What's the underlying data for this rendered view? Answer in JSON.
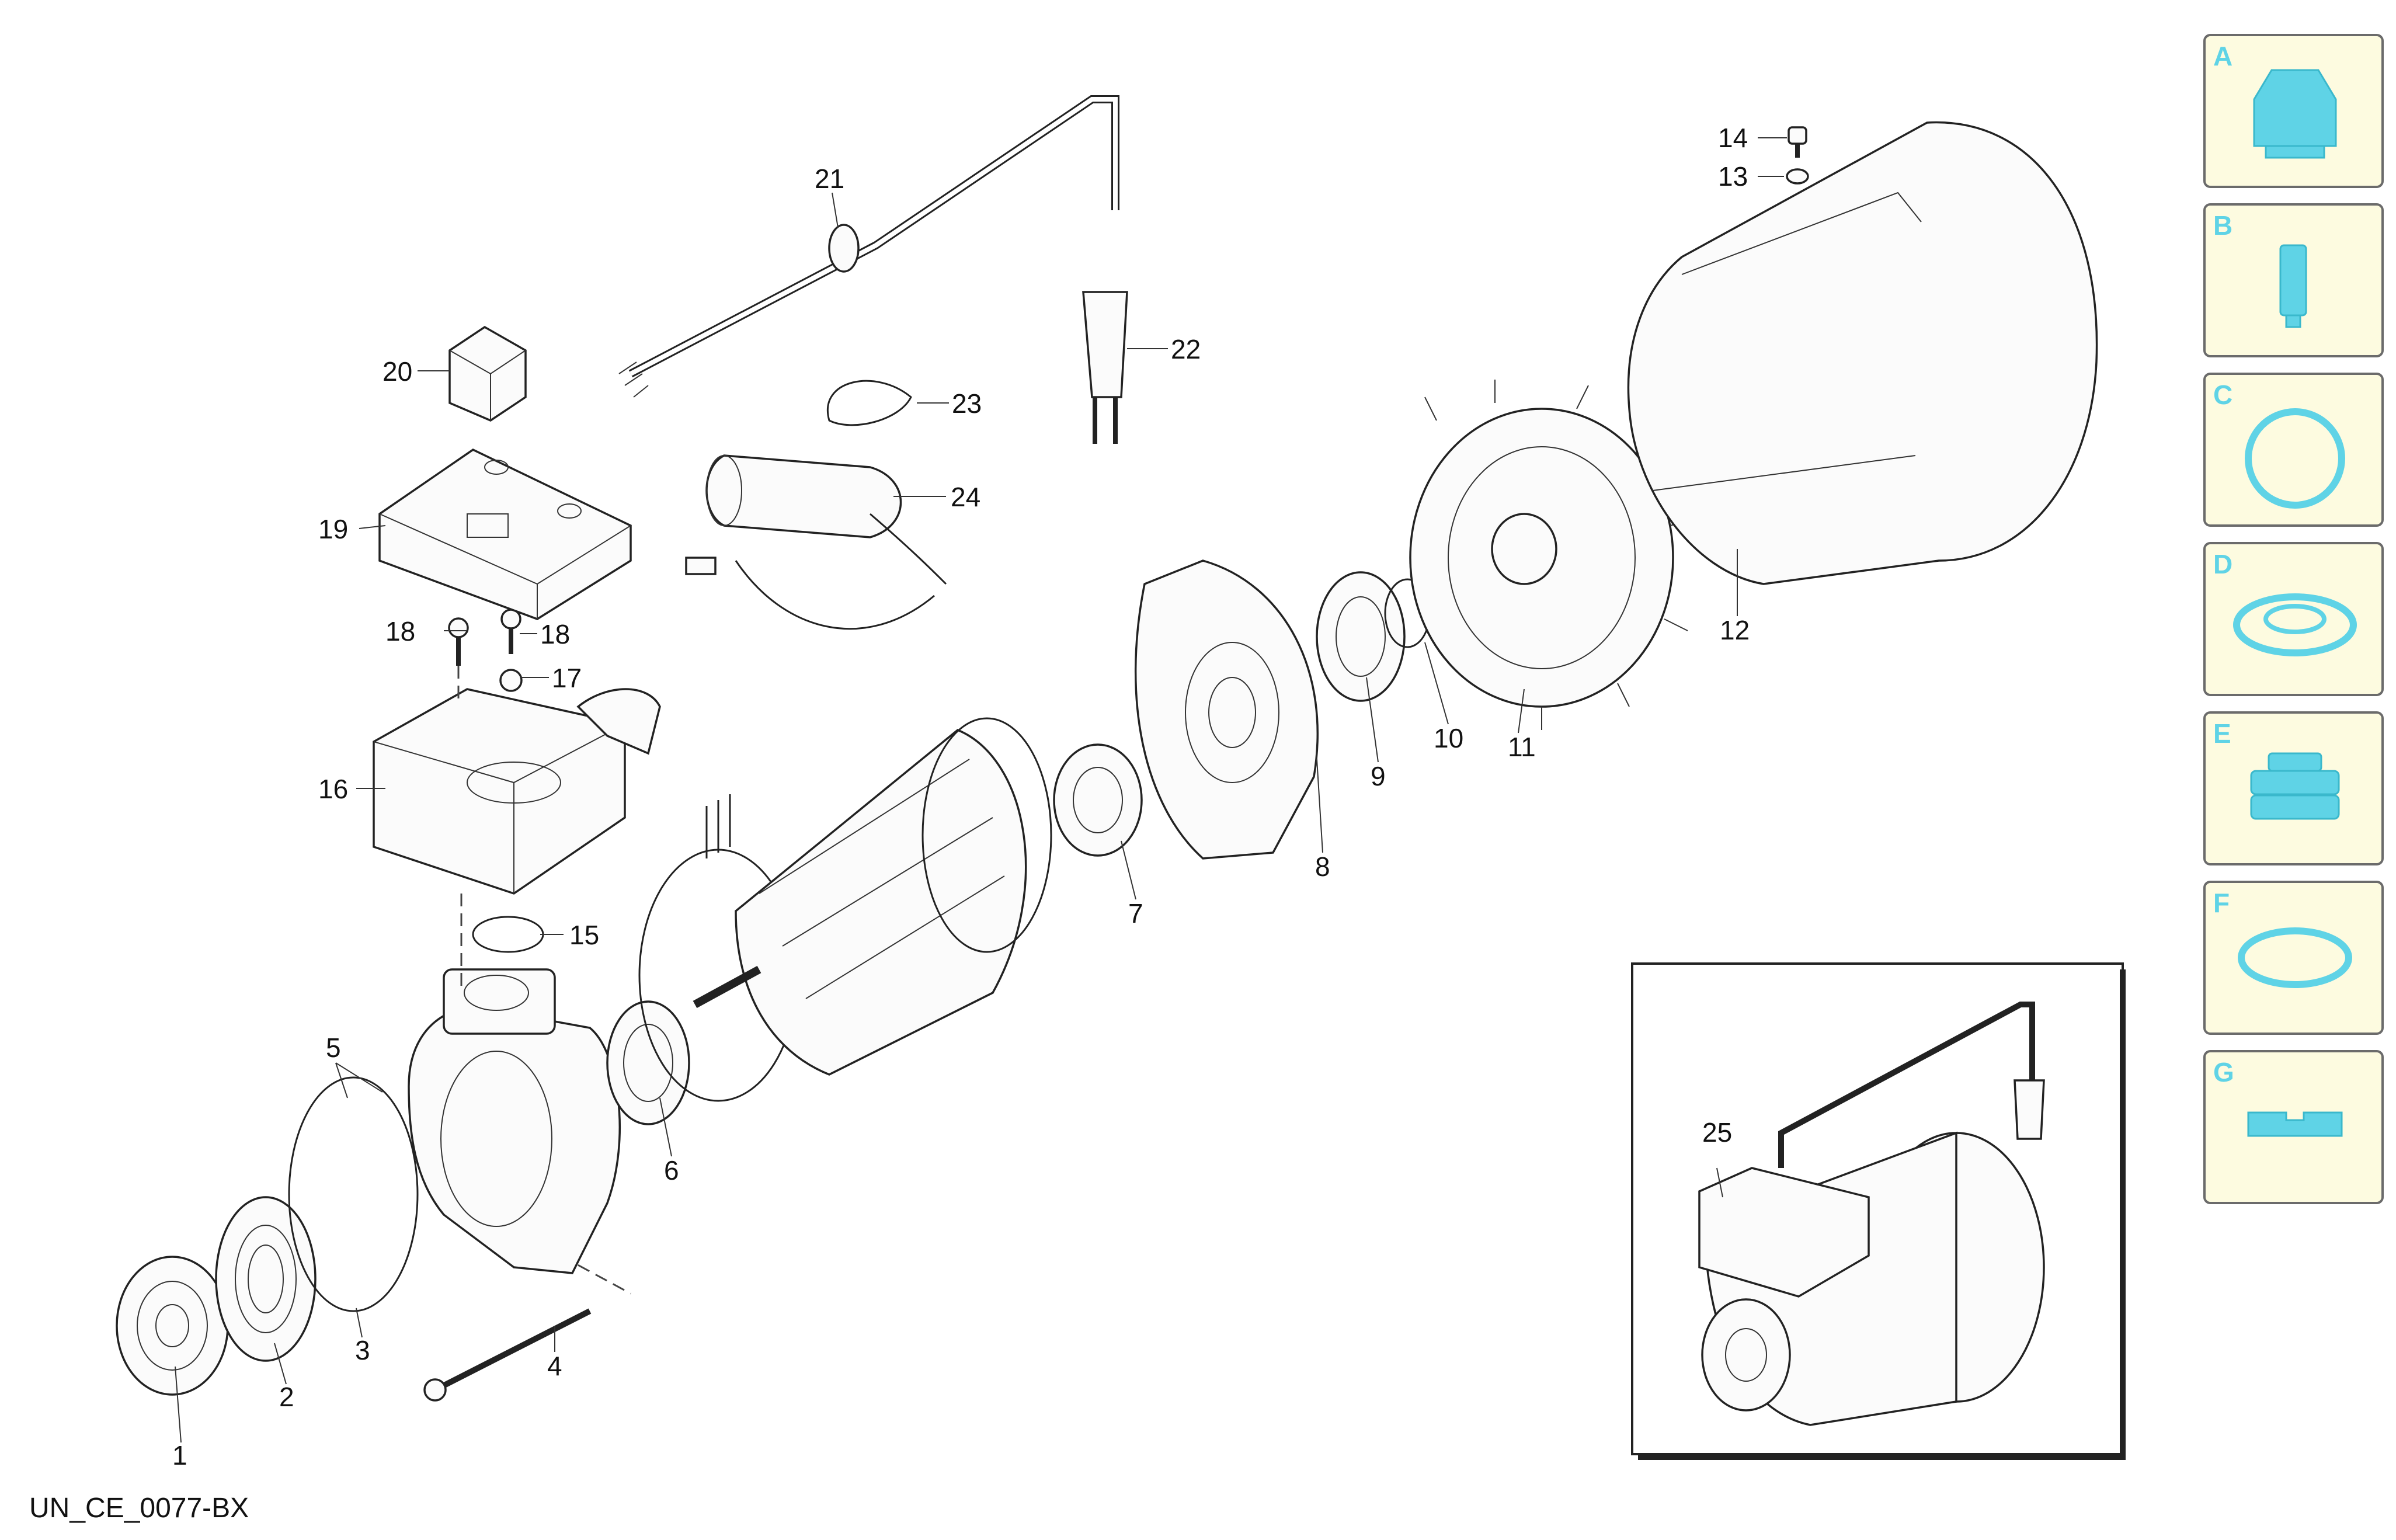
{
  "drawing_code": "UN_CE_0077-BX",
  "callouts": [
    "1",
    "2",
    "3",
    "4",
    "5",
    "6",
    "7",
    "8",
    "9",
    "10",
    "11",
    "12",
    "13",
    "14",
    "15",
    "16",
    "17",
    "18",
    "18",
    "19",
    "20",
    "21",
    "22",
    "23",
    "24",
    "25"
  ],
  "legend_tiles": [
    {
      "letter": "A",
      "icon": "cap-icon"
    },
    {
      "letter": "B",
      "icon": "pin-icon"
    },
    {
      "letter": "C",
      "icon": "gasket-icon"
    },
    {
      "letter": "D",
      "icon": "seal-ring-icon"
    },
    {
      "letter": "E",
      "icon": "bellows-icon"
    },
    {
      "letter": "F",
      "icon": "o-ring-icon"
    },
    {
      "letter": "G",
      "icon": "block-icon"
    }
  ],
  "colors": {
    "tile_background": "#fdfbe0",
    "tile_icon": "#5fd3e6",
    "line": "#222222"
  }
}
